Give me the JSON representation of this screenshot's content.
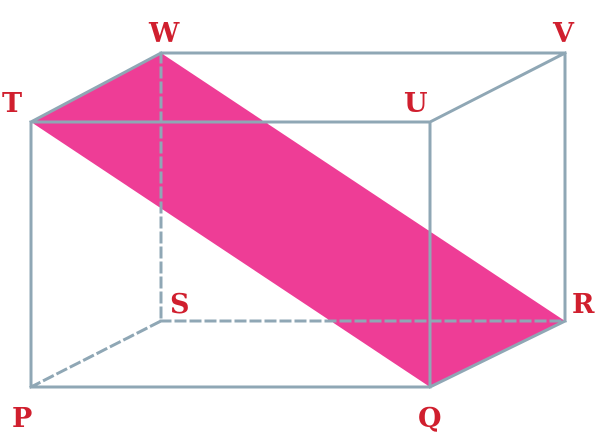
{
  "diagram": {
    "type": "cuboid-with-diagonal-plane",
    "colors": {
      "edge": "#8fa7b5",
      "label": "#d01f2e",
      "plane": "#ee3d96",
      "background": "#ffffff"
    },
    "vertex_labels": {
      "T": "T",
      "W": "W",
      "V": "V",
      "U": "U",
      "S": "S",
      "R": "R",
      "P": "P",
      "Q": "Q"
    },
    "shaded_plane": [
      "T",
      "W",
      "R",
      "Q"
    ],
    "hidden_edges": [
      "W-S",
      "S-R",
      "P-S"
    ]
  }
}
